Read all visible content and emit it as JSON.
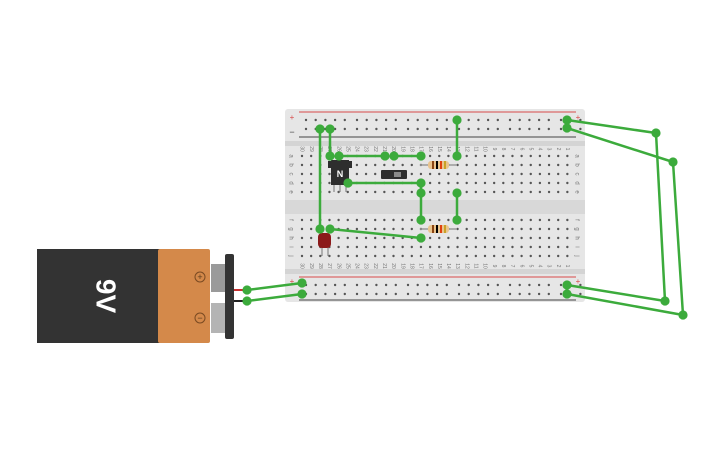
{
  "battery": {
    "label": "9V",
    "plus_label": "+",
    "minus_label": "−",
    "body_color": "#333333",
    "cap_color": "#d4894a"
  },
  "breadboard": {
    "plus_label": "+",
    "minus_label": "−",
    "row_letters_top": [
      "a",
      "b",
      "c",
      "d",
      "e"
    ],
    "row_letters_bottom": [
      "f",
      "g",
      "h",
      "i",
      "j"
    ],
    "column_numbers": [
      "30",
      "29",
      "28",
      "27",
      "26",
      "25",
      "24",
      "23",
      "22",
      "21",
      "20",
      "19",
      "18",
      "17",
      "16",
      "15",
      "14",
      "13",
      "12",
      "11",
      "10",
      "9",
      "8",
      "7",
      "6",
      "5",
      "4",
      "3",
      "2",
      "1"
    ],
    "rail_red": "#d84a4a",
    "rail_black": "#444444"
  },
  "components": {
    "transistor": {
      "name": "NPN transistor",
      "label": "N",
      "color": "#2e2e2e"
    },
    "switch": {
      "name": "slide switch",
      "color": "#2e2e2e"
    },
    "led": {
      "name": "LED",
      "color": "#8b1a1a"
    },
    "resistors": [
      {
        "name": "resistor 1",
        "bands": [
          "#8b4513",
          "#000000",
          "#e04010",
          "#c9a227"
        ]
      },
      {
        "name": "resistor 2",
        "bands": [
          "#8b4513",
          "#000000",
          "#e04010",
          "#c9a227"
        ]
      }
    ]
  },
  "wire_color": "#3cab3c"
}
